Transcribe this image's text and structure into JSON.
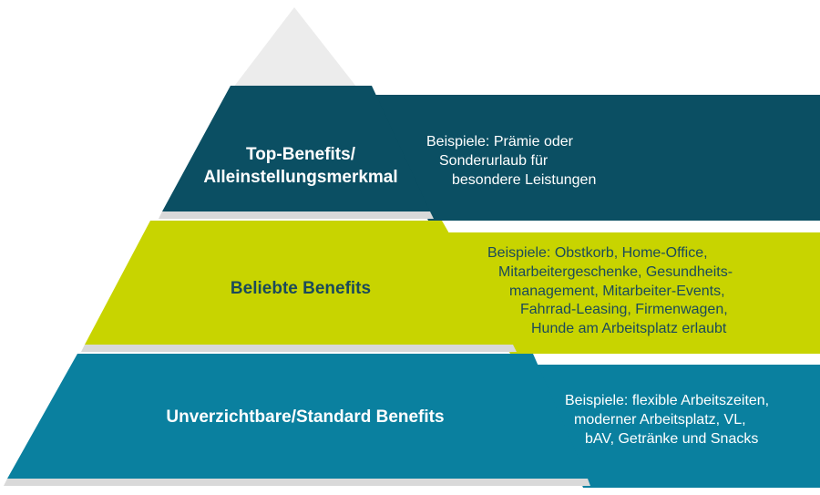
{
  "colors": {
    "top": "#0b4f63",
    "middle": "#c8d400",
    "bottom": "#0a809f",
    "apex": "#ececec",
    "shadow": "#d9d9d9",
    "top_text": "#ffffff",
    "middle_text": "#1b4a5a",
    "bottom_text": "#ffffff"
  },
  "tiers": {
    "top": {
      "title_lines": [
        "Top-Benefits/",
        "Alleinstellungsmerkmal"
      ],
      "example_lines": [
        "Beispiele: Prämie oder",
        "Sonderurlaub für",
        "besondere Leistungen"
      ]
    },
    "middle": {
      "title_lines": [
        "Beliebte Benefits"
      ],
      "example_lines": [
        "Beispiele: Obstkorb, Home-Office,",
        "Mitarbeitergeschenke, Gesundheits-",
        "management, Mitarbeiter-Events,",
        "Fahrrad-Leasing, Firmenwagen,",
        "Hunde am Arbeitsplatz erlaubt"
      ]
    },
    "bottom": {
      "title_lines": [
        "Unverzichtbare/Standard Benefits"
      ],
      "example_lines": [
        "Beispiele: flexible Arbeitszeiten,",
        "moderner Arbeitsplatz, VL,",
        "bAV, Getränke und Snacks"
      ]
    }
  }
}
